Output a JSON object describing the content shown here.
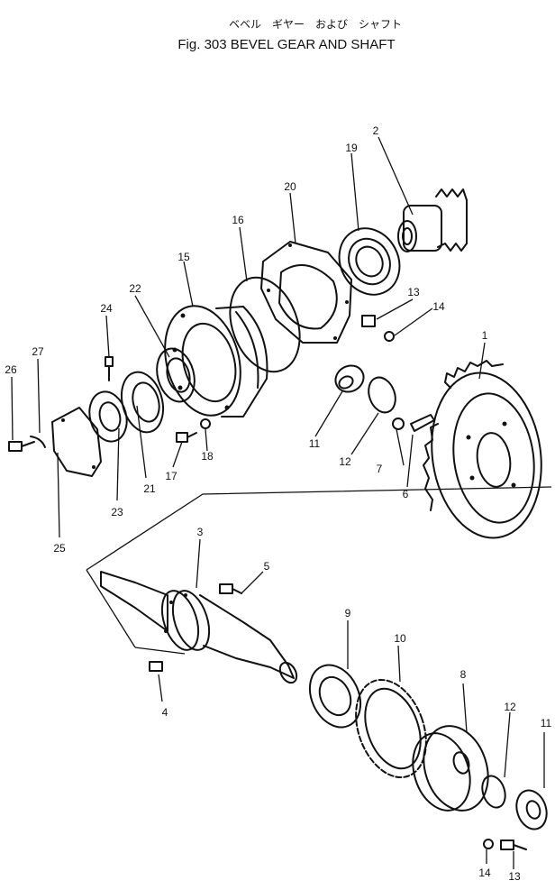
{
  "title": {
    "japanese": "ベベル　ギヤー　および　シャフト",
    "english": "Fig. 303   BEVEL GEAR AND SHAFT"
  },
  "parts": [
    {
      "id": "callout-1",
      "label": "1"
    },
    {
      "id": "callout-2",
      "label": "2"
    },
    {
      "id": "callout-3",
      "label": "3"
    },
    {
      "id": "callout-4",
      "label": "4"
    },
    {
      "id": "callout-5",
      "label": "5"
    },
    {
      "id": "callout-6",
      "label": "6"
    },
    {
      "id": "callout-7",
      "label": "7"
    },
    {
      "id": "callout-8",
      "label": "8"
    },
    {
      "id": "callout-9",
      "label": "9"
    },
    {
      "id": "callout-10",
      "label": "10"
    },
    {
      "id": "callout-11a",
      "label": "11"
    },
    {
      "id": "callout-11b",
      "label": "11"
    },
    {
      "id": "callout-12a",
      "label": "12"
    },
    {
      "id": "callout-12b",
      "label": "12"
    },
    {
      "id": "callout-13a",
      "label": "13"
    },
    {
      "id": "callout-13b",
      "label": "13"
    },
    {
      "id": "callout-14a",
      "label": "14"
    },
    {
      "id": "callout-14b",
      "label": "14"
    },
    {
      "id": "callout-15",
      "label": "15"
    },
    {
      "id": "callout-16",
      "label": "16"
    },
    {
      "id": "callout-17",
      "label": "17"
    },
    {
      "id": "callout-18",
      "label": "18"
    },
    {
      "id": "callout-19",
      "label": "19"
    },
    {
      "id": "callout-20",
      "label": "20"
    },
    {
      "id": "callout-21",
      "label": "21"
    },
    {
      "id": "callout-22",
      "label": "22"
    },
    {
      "id": "callout-23",
      "label": "23"
    },
    {
      "id": "callout-24",
      "label": "24"
    },
    {
      "id": "callout-25",
      "label": "25"
    },
    {
      "id": "callout-26",
      "label": "26"
    },
    {
      "id": "callout-27",
      "label": "27"
    }
  ]
}
